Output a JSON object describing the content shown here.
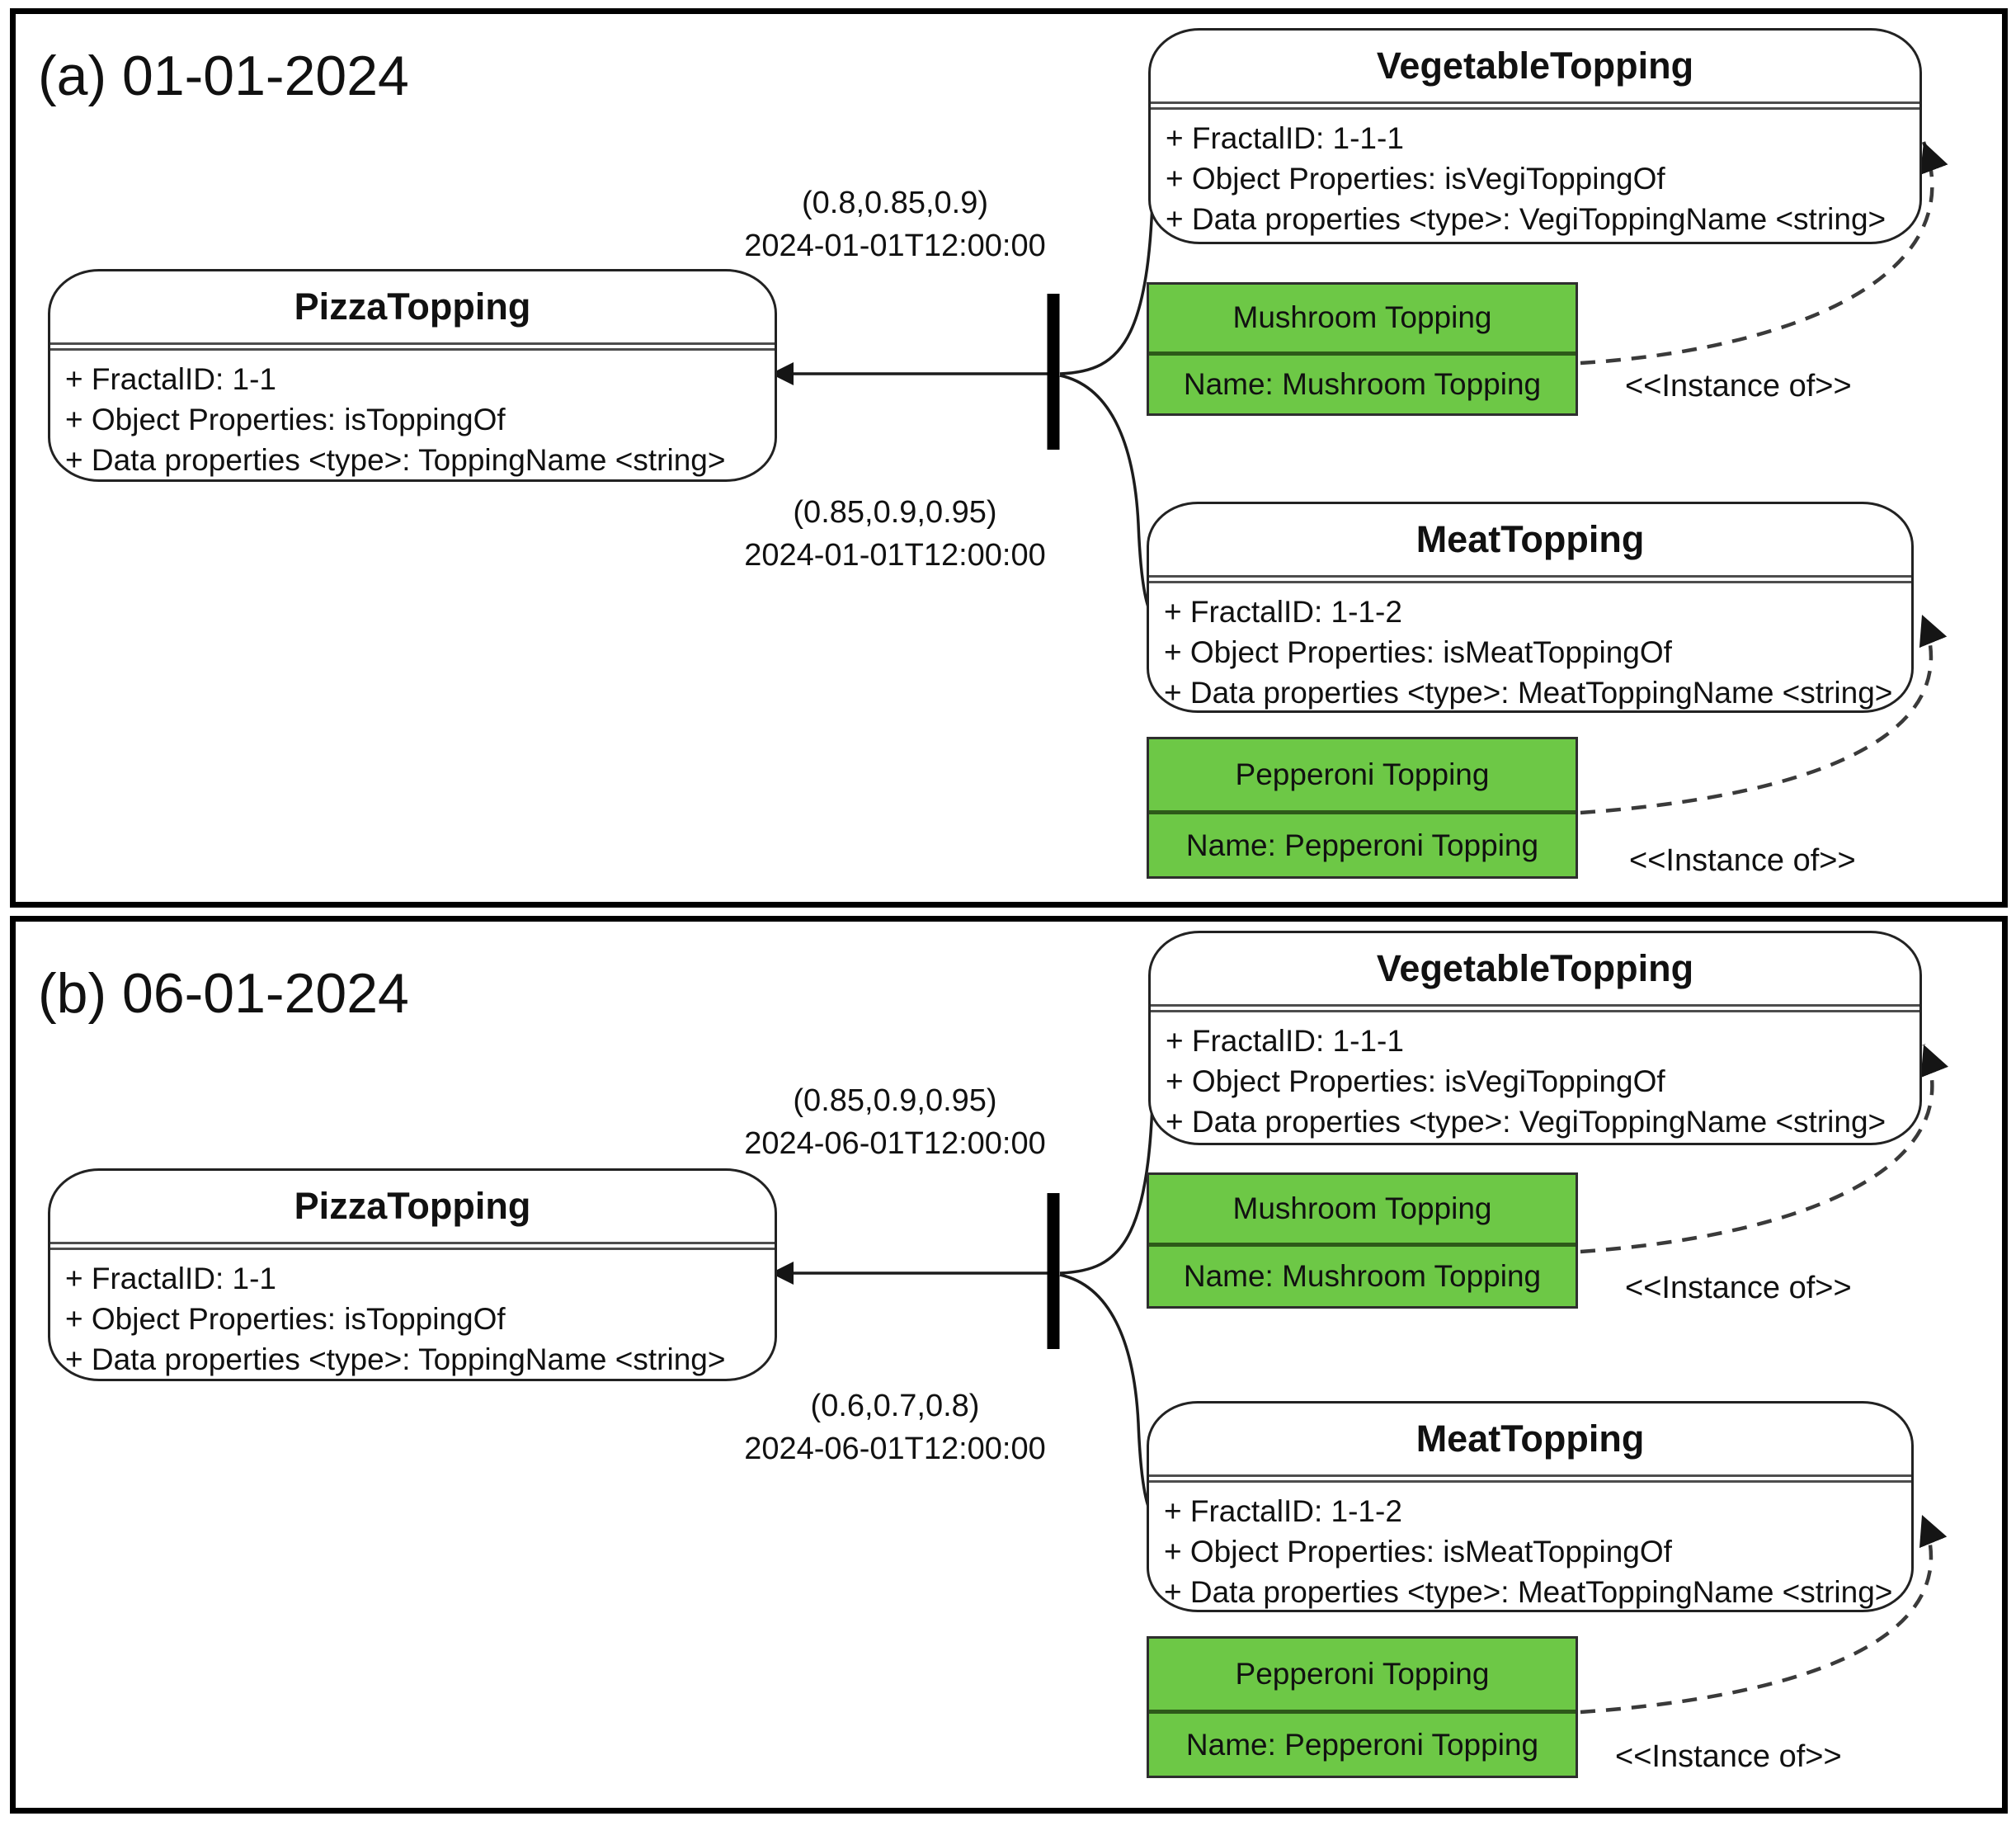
{
  "colors": {
    "instance_fill": "#6dc846",
    "instance_divider": "#2d5a19",
    "line": "#1a1a1a"
  },
  "panels": [
    {
      "label": "(a) 01-01-2024",
      "edges": [
        {
          "weight": "(0.8,0.85,0.9)",
          "time": "2024-01-01T12:00:00"
        },
        {
          "weight": "(0.85,0.9,0.95)",
          "time": "2024-01-01T12:00:00"
        }
      ],
      "classes": {
        "pizza": {
          "title": "PizzaTopping",
          "props": [
            "+ FractalID: 1-1",
            "+ Object Properties: isToppingOf",
            "+ Data properties <type>: ToppingName <string>"
          ]
        },
        "vegetable": {
          "title": "VegetableTopping",
          "props": [
            "+ FractalID: 1-1-1",
            "+ Object Properties: isVegiToppingOf",
            "+ Data properties <type>: VegiToppingName <string>"
          ]
        },
        "meat": {
          "title": "MeatTopping",
          "props": [
            "+ FractalID: 1-1-2",
            "+ Object Properties: isMeatToppingOf",
            "+ Data properties <type>: MeatToppingName <string>"
          ]
        }
      },
      "instances": {
        "mushroom": {
          "title": "Mushroom Topping",
          "name": "Name: Mushroom Topping",
          "stereotype": "<<Instance of>>"
        },
        "pepperoni": {
          "title": "Pepperoni Topping",
          "name": "Name: Pepperoni Topping",
          "stereotype": "<<Instance of>>"
        }
      }
    },
    {
      "label": "(b) 06-01-2024",
      "edges": [
        {
          "weight": "(0.85,0.9,0.95)",
          "time": "2024-06-01T12:00:00"
        },
        {
          "weight": "(0.6,0.7,0.8)",
          "time": "2024-06-01T12:00:00"
        }
      ],
      "classes": {
        "pizza": {
          "title": "PizzaTopping",
          "props": [
            "+ FractalID: 1-1",
            "+ Object Properties: isToppingOf",
            "+ Data properties <type>: ToppingName <string>"
          ]
        },
        "vegetable": {
          "title": "VegetableTopping",
          "props": [
            "+ FractalID: 1-1-1",
            "+ Object Properties: isVegiToppingOf",
            "+ Data properties <type>: VegiToppingName <string>"
          ]
        },
        "meat": {
          "title": "MeatTopping",
          "props": [
            "+ FractalID: 1-1-2",
            "+ Object Properties: isMeatToppingOf",
            "+ Data properties <type>: MeatToppingName <string>"
          ]
        }
      },
      "instances": {
        "mushroom": {
          "title": "Mushroom Topping",
          "name": "Name: Mushroom Topping",
          "stereotype": "<<Instance of>>"
        },
        "pepperoni": {
          "title": "Pepperoni Topping",
          "name": "Name: Pepperoni Topping",
          "stereotype": "<<Instance of>>"
        }
      }
    }
  ]
}
